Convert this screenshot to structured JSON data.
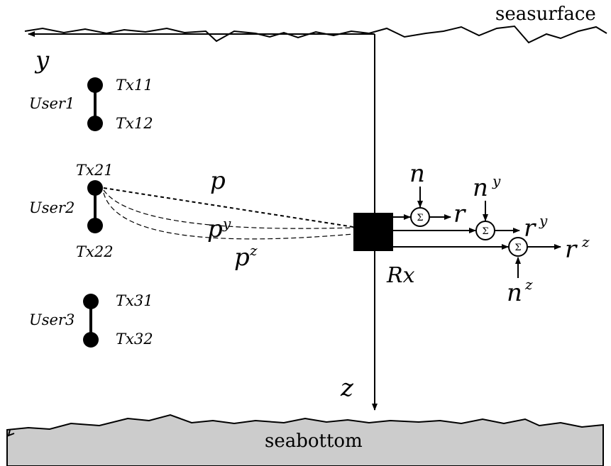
{
  "labels": {
    "sea_surface": "seasurface",
    "sea_bottom": "seabottom",
    "axis_y": "y",
    "axis_z": "z",
    "receiver": "Rx"
  },
  "users": [
    {
      "name": "User1",
      "tx_top": "Tx11",
      "tx_bottom": "Tx12"
    },
    {
      "name": "User2",
      "tx_top": "Tx21",
      "tx_bottom": "Tx22"
    },
    {
      "name": "User3",
      "tx_top": "Tx31",
      "tx_bottom": "Tx32"
    }
  ],
  "paths": {
    "p": "p",
    "p_y": "p",
    "p_y_sup": "y",
    "p_z": "p",
    "p_z_sup": "z"
  },
  "noise": {
    "n": "n",
    "n_y": "n",
    "n_y_sup": "y",
    "n_z": "n",
    "n_z_sup": "z"
  },
  "outputs": {
    "r": "r",
    "r_y": "r",
    "r_y_sup": "y",
    "r_z": "r",
    "r_z_sup": "z"
  },
  "summer_symbol": "Σ",
  "colors": {
    "seabed_fill": "#cccccc",
    "ink": "#000000"
  }
}
